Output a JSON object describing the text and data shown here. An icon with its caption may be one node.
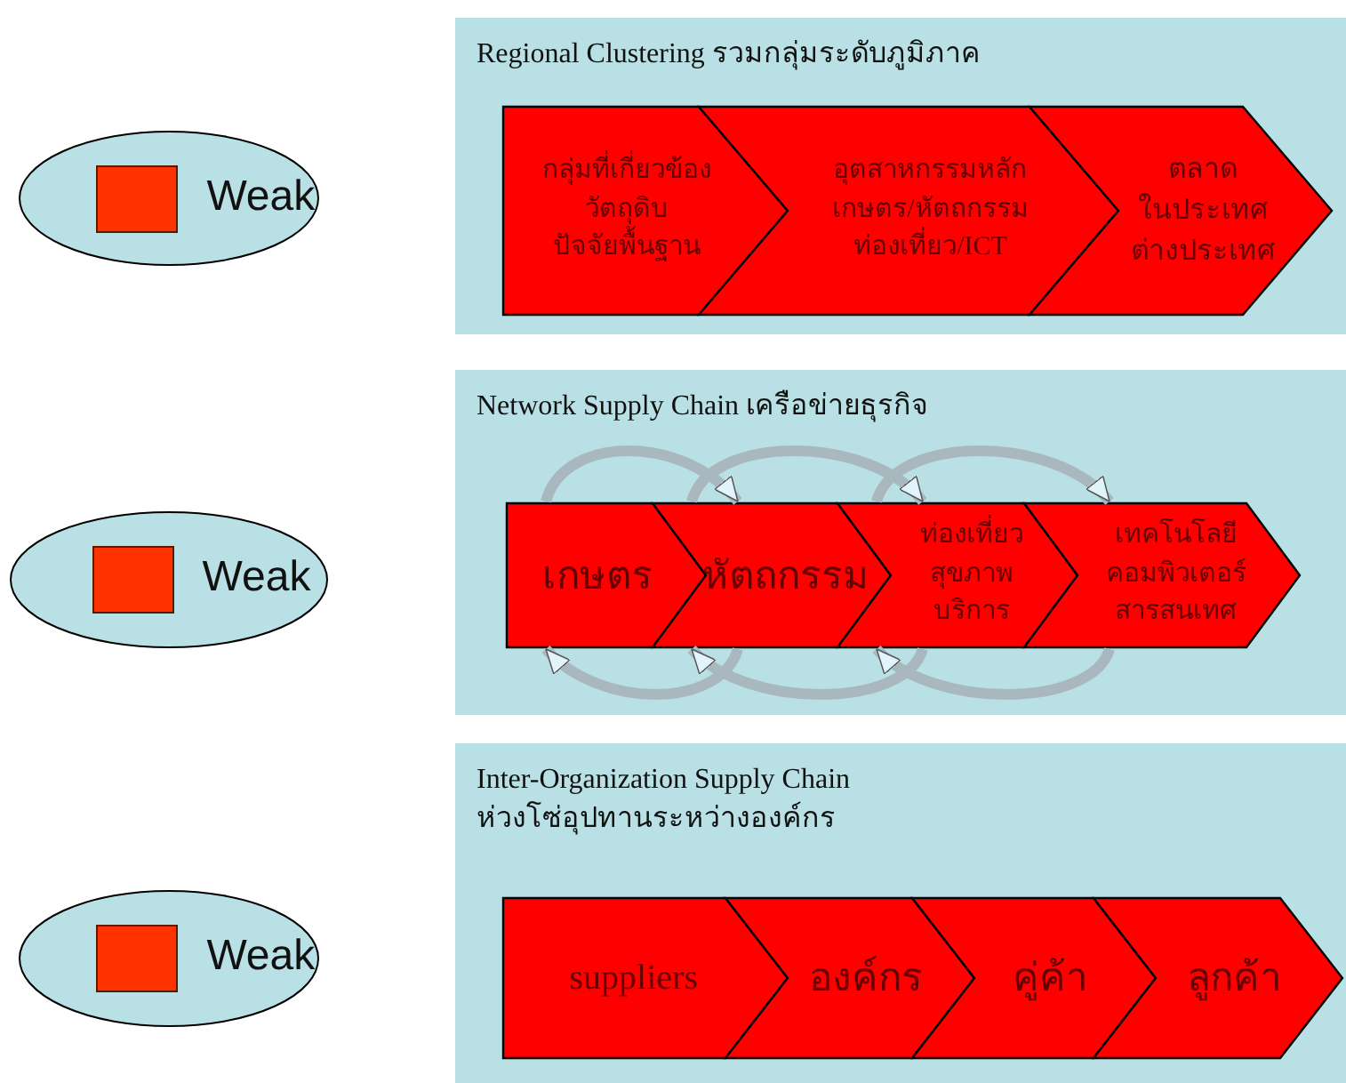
{
  "diagram": {
    "nodes": [
      {
        "text": [
          "Weak"
        ]
      },
      {
        "text": [
          "Regional Clustering รวมกลุ่มระดับภูมิภาค"
        ]
      },
      {
        "text": [
          "กลุ่มที่เกี่ยวข้อง วัตถุดิบ ปัจจัยพื้นฐาน"
        ],
        "in": 1
      },
      {
        "text": [
          "อุตสาหกรรมหลัก เกษตร/หัตถกรรม ท่องเที่ยว/ICT"
        ],
        "in": 1
      },
      {
        "text": [
          "ตลาด ในประเทศ ต่างประเทศ"
        ],
        "in": 1
      },
      {
        "text": [
          "Weak"
        ]
      },
      {
        "text": [
          "Network Supply Chain เครือข่ายธุรกิจ"
        ]
      },
      {
        "text": [
          "เกษตร"
        ],
        "in": 6
      },
      {
        "text": [
          "หัตถกรรม"
        ],
        "in": 6
      },
      {
        "text": [
          "ท่องเที่ยว สุขภาพ บริการ"
        ],
        "in": 6
      },
      {
        "text": [
          "เทคโนโลยี คอมพิวเตอร์ สารสนเทศ"
        ],
        "in": 6
      },
      {
        "text": [
          "Weak"
        ]
      },
      {
        "text": [
          "Inter-Organization Supply Chain",
          "ห่วงโซ่อุปทานระหว่างองค์กร"
        ]
      },
      {
        "text": [
          "suppliers"
        ],
        "in": 12
      },
      {
        "text": [
          "องค์กร"
        ],
        "in": 12
      },
      {
        "text": [
          "คู่ค้า"
        ],
        "in": 12
      },
      {
        "text": [
          "ลูกค้า"
        ],
        "in": 12
      }
    ],
    "edges": [
      {
        "from": 7,
        "to": 8,
        "arrow": "to"
      },
      {
        "from": 8,
        "to": 9,
        "arrow": "to"
      },
      {
        "from": 9,
        "to": 10,
        "arrow": "to"
      },
      {
        "from": 8,
        "to": 7,
        "arrow": "to"
      },
      {
        "from": 9,
        "to": 8,
        "arrow": "to"
      },
      {
        "from": 10,
        "to": 9,
        "arrow": "to"
      }
    ]
  }
}
